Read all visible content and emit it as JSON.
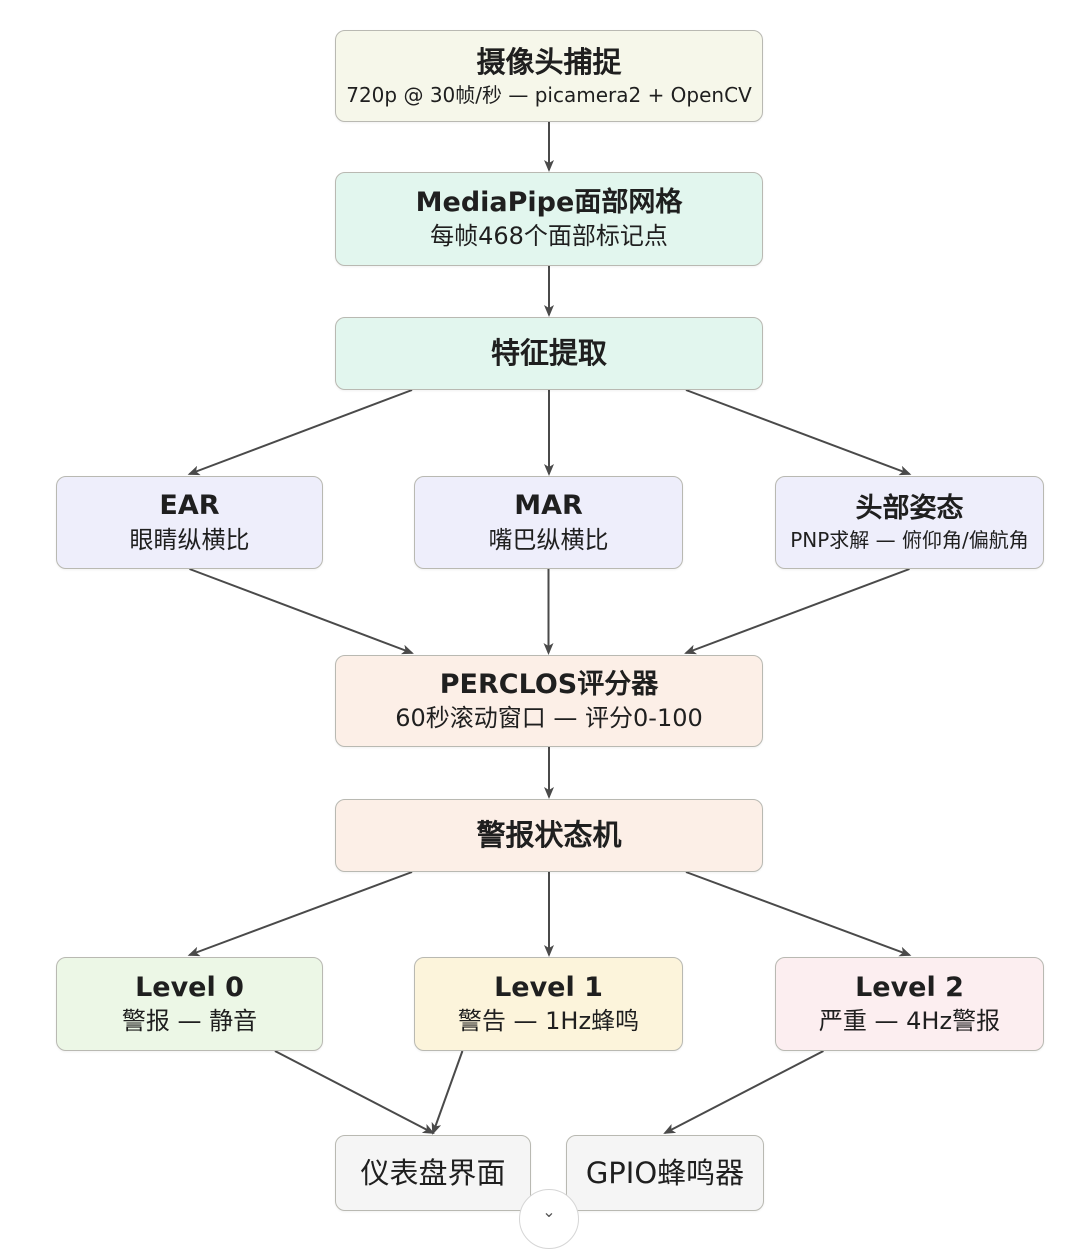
{
  "nodes": {
    "camera": {
      "title": "摄像头捕捉",
      "sub": "720p @ 30帧/秒 — picamera2 + OpenCV"
    },
    "mesh": {
      "title": "MediaPipe面部网格",
      "sub": "每帧468个面部标记点"
    },
    "features": {
      "title": "特征提取"
    },
    "ear": {
      "title": "EAR",
      "sub": "眼睛纵横比"
    },
    "mar": {
      "title": "MAR",
      "sub": "嘴巴纵横比"
    },
    "head": {
      "title": "头部姿态",
      "sub": "PNP求解 — 俯仰角/偏航角"
    },
    "perclos": {
      "title": "PERCLOS评分器",
      "sub": "60秒滚动窗口 — 评分0-100"
    },
    "alarm": {
      "title": "警报状态机"
    },
    "level0": {
      "title": "Level 0",
      "sub": "警报 — 静音"
    },
    "level1": {
      "title": "Level 1",
      "sub": "警告 — 1Hz蜂鸣"
    },
    "level2": {
      "title": "Level 2",
      "sub": "严重 — 4Hz警报"
    },
    "dashboard": {
      "title": "仪表盘界面"
    },
    "gpio": {
      "title": "GPIO蜂鸣器"
    }
  },
  "edges": [
    [
      "camera",
      "mesh"
    ],
    [
      "mesh",
      "features"
    ],
    [
      "features",
      "ear"
    ],
    [
      "features",
      "mar"
    ],
    [
      "features",
      "head"
    ],
    [
      "ear",
      "perclos"
    ],
    [
      "mar",
      "perclos"
    ],
    [
      "head",
      "perclos"
    ],
    [
      "perclos",
      "alarm"
    ],
    [
      "alarm",
      "level0"
    ],
    [
      "alarm",
      "level1"
    ],
    [
      "alarm",
      "level2"
    ],
    [
      "level0",
      "dashboard"
    ],
    [
      "level1",
      "dashboard"
    ],
    [
      "level2",
      "gpio"
    ]
  ],
  "colors": {
    "edge": "#4a4a4a",
    "capture": "#f6f7ea",
    "processing": "#e2f6ee",
    "metrics": "#eeeefb",
    "scoring": "#fcefe7",
    "level0": "#ecf7e6",
    "level1": "#fcf4db",
    "level2": "#fceef0",
    "output": "#f5f5f5"
  }
}
